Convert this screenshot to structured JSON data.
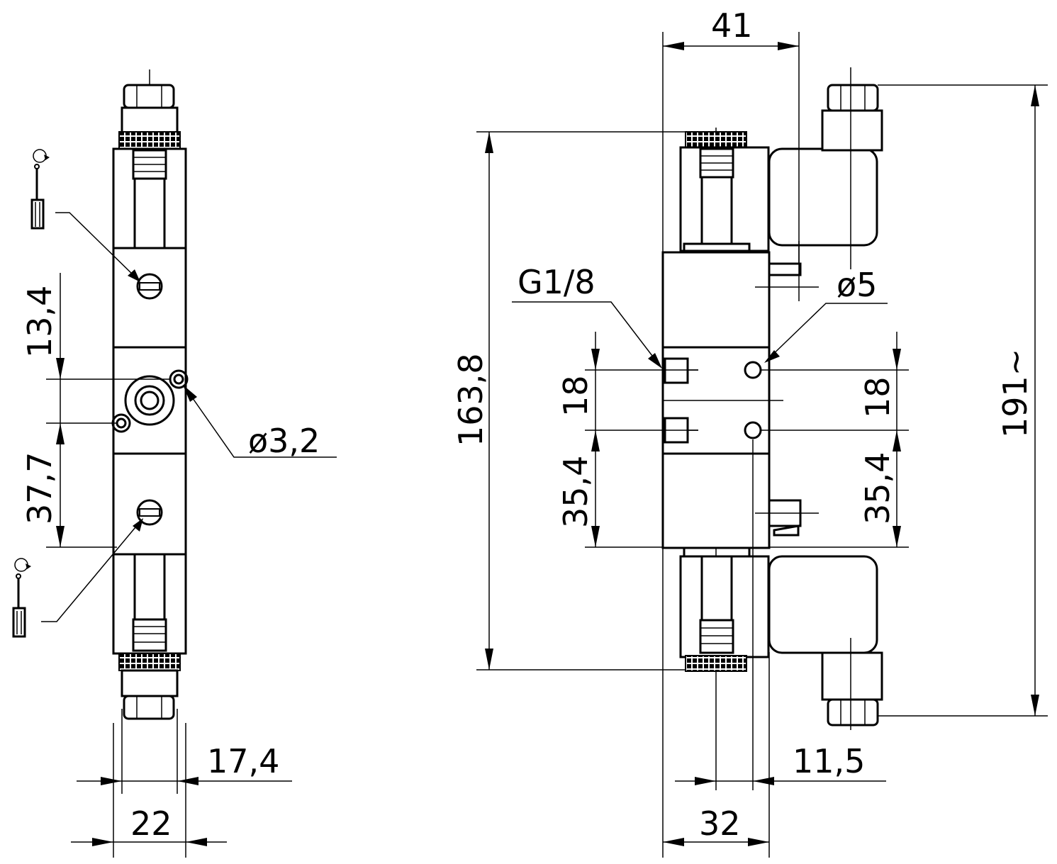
{
  "dimensions": {
    "side_width_total": "17,4",
    "side_width": "22",
    "side_upper_spacing": "13,4",
    "side_lower_spacing": "37,7",
    "side_mount_hole": "ø3,2",
    "front_top_width": "41",
    "front_overall_length": "163,8",
    "front_total_height": "191~",
    "front_port_thread": "G1/8",
    "front_hole": "ø5",
    "front_port_spacing_left": "18",
    "front_port_spacing_right": "18",
    "front_lower_left": "35,4",
    "front_lower_right": "35,4",
    "front_bottom_offset": "11,5",
    "front_bottom_width": "32"
  },
  "icons": {
    "upper_tool": "screwdriver-icon",
    "lower_tool": "screwdriver-icon"
  }
}
